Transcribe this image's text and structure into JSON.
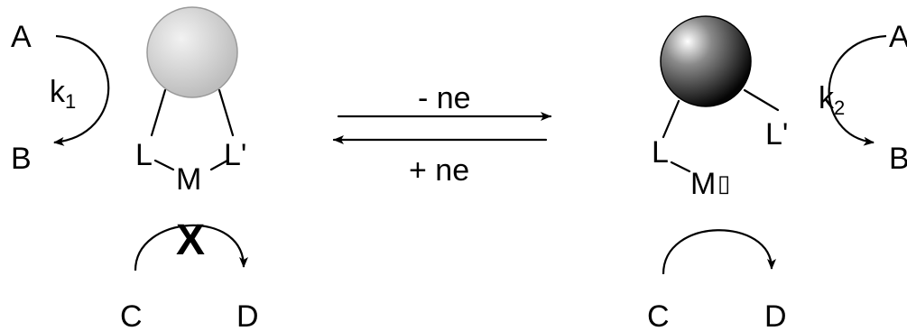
{
  "left": {
    "a": "A",
    "b": "B",
    "k": "k",
    "k_sub": "1",
    "l": "L",
    "lp": "L'",
    "m": "M",
    "c": "C",
    "d": "D",
    "blocked_mark": "X"
  },
  "middle": {
    "forward": "- ne",
    "reverse": "+ ne"
  },
  "right": {
    "a": "A",
    "b": "B",
    "k": "k",
    "k_sub": "2",
    "l": "L",
    "lp": "L'",
    "m": "M",
    "m_box": "▯",
    "c": "C",
    "d": "D"
  },
  "colors": {
    "left_sphere": "#c9c9c9",
    "right_sphere": "#1a1a1a"
  }
}
